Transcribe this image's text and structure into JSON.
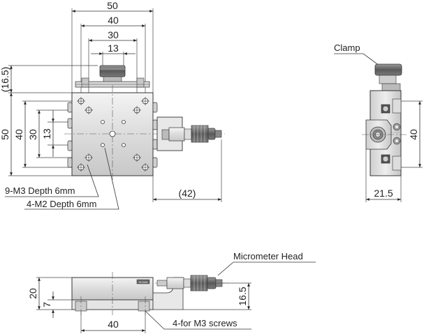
{
  "top_view": {
    "width_50": "50",
    "width_40": "40",
    "width_30": "30",
    "width_13": "13",
    "clamp_offset": "(16.5)",
    "height_50": "50",
    "height_40": "40",
    "height_30": "30",
    "height_13": "13",
    "micrometer_offset": "(42)",
    "callout_m3": "9-M3 Depth 6mm",
    "callout_m2": "4-M2 Depth 6mm"
  },
  "side_view": {
    "clamp_label": "Clamp",
    "height_40": "40",
    "width_21_5": "21.5"
  },
  "front_view": {
    "micrometer_label": "Micrometer Head",
    "height_20": "20",
    "height_7": "7",
    "height_16_5": "16.5",
    "width_40": "40",
    "screws_label": "4-for M3 screws",
    "nameplate": "SIGMA"
  }
}
